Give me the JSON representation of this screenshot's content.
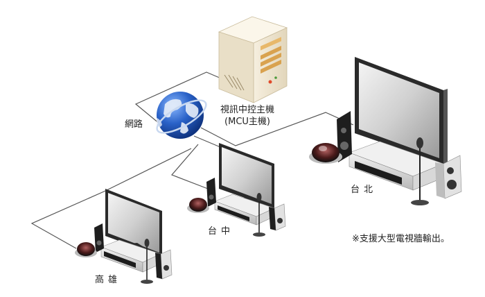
{
  "labels": {
    "network": "網路",
    "mcu_line1": "視訊中控主機",
    "mcu_line2": "(MCU主機)",
    "taipei": "台北",
    "taichung": "台中",
    "kaohsiung": "高雄",
    "note": "※支援大型電視牆輸出。"
  },
  "icons": {
    "server": "mcu-server-icon",
    "globe": "globe-icon",
    "tv": "television-icon",
    "camera": "dome-camera-icon",
    "speaker": "speaker-icon",
    "microphone": "microphone-icon"
  },
  "colors": {
    "line": "#555555",
    "globe": "#1f56b8",
    "server": "#efe6d2",
    "tv_frame": "#2a2a2a"
  }
}
